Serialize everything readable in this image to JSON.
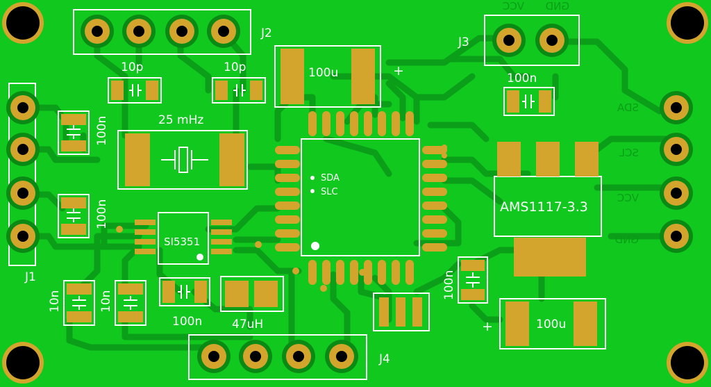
{
  "board": {
    "colors": {
      "mask": "#10c81e",
      "trace": "#0b9e18",
      "trace_dark": "#0a8a14",
      "pad": "#d4a52c",
      "pad_outline": "#b8851a",
      "silk": "#ffffff",
      "hole": "#000000"
    }
  },
  "connectors": {
    "j1": {
      "label": "J1",
      "pins": 4
    },
    "j2": {
      "label": "J2",
      "pins": 4
    },
    "j3": {
      "label": "J3",
      "pins": 2
    },
    "j4": {
      "label": "J4",
      "pins": 4
    },
    "edge": {
      "pins": 4
    }
  },
  "components": {
    "crystal": {
      "label": "25 mHz"
    },
    "clock_chip": {
      "label": "SI5351"
    },
    "regulator": {
      "label": "AMS1117-3.3"
    },
    "mcu_pins": {
      "sda": "SDA",
      "slc": "SLC"
    },
    "capacitors": {
      "c_10p_left": "10p",
      "c_10p_right": "10p",
      "c_100n_j1_top": "100n",
      "c_100n_j1_bottom": "100n",
      "c_10n_left": "10n",
      "c_10n_right": "10n",
      "c_100n_bottom": "100n",
      "c_100n_j3": "100n",
      "c_100n_reg": "100n",
      "c_100u_top": "100u",
      "c_100u_bottom": "100u"
    },
    "inductor": {
      "label": "47uH"
    },
    "polarity": {
      "plus": "+"
    }
  },
  "bottom_silk": {
    "vcc": "VCC",
    "gnd": "GND",
    "sda": "SDA",
    "scl": "SCL"
  }
}
